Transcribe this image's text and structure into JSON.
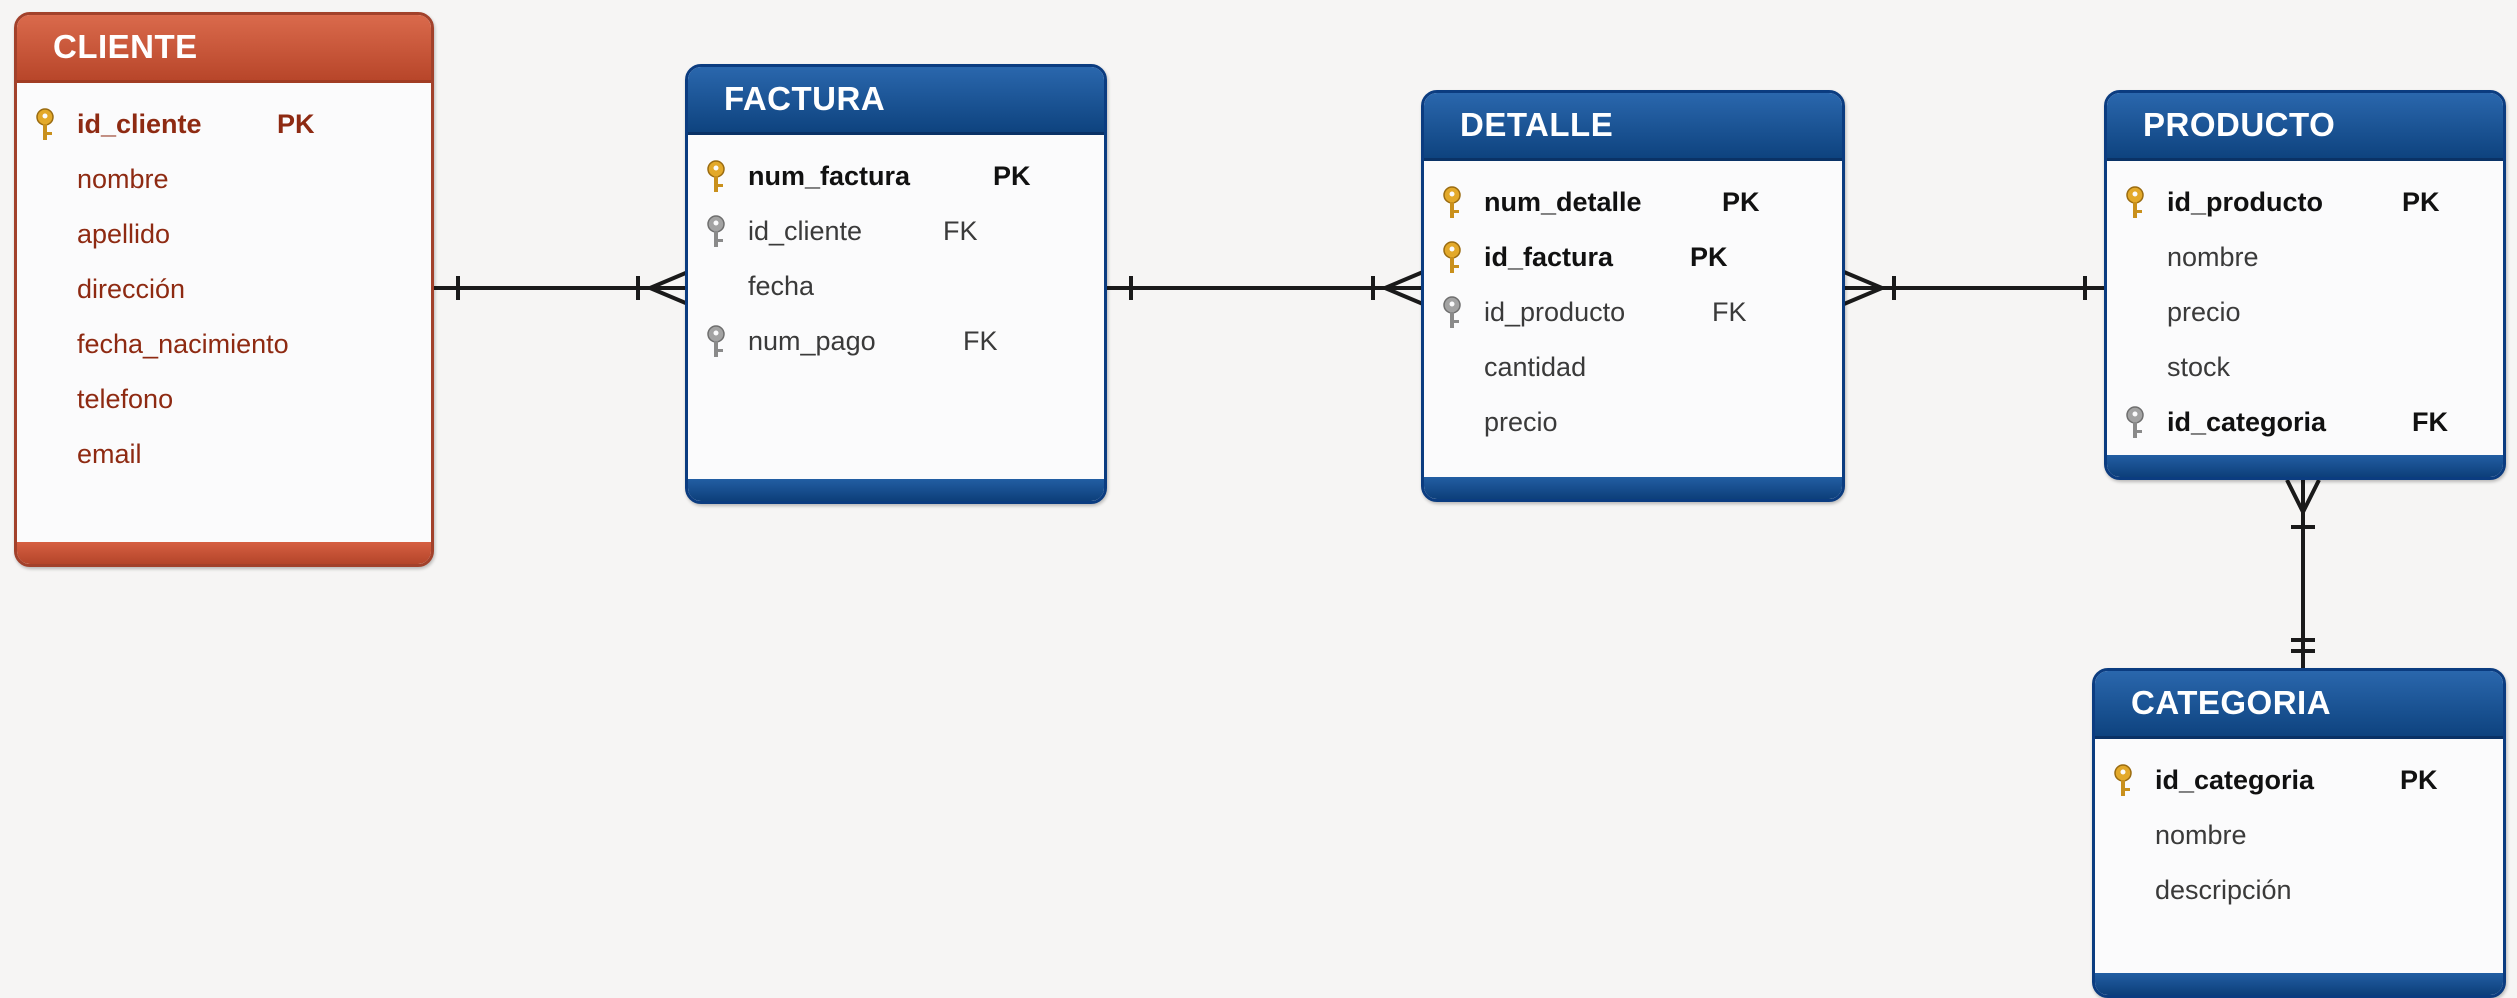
{
  "colors": {
    "header_blue": "#0e437f",
    "header_red": "#b8462a",
    "line": "#1a1a1a",
    "pk_key": "#e3a92a",
    "fk_key": "#9a9a9a"
  },
  "entities": {
    "cliente": {
      "title": "CLIENTE",
      "fields": [
        {
          "name": "id_cliente",
          "tag": "PK",
          "key_icon": "pk-key-icon"
        },
        {
          "name": "nombre",
          "tag": ""
        },
        {
          "name": "apellido",
          "tag": ""
        },
        {
          "name": "dirección",
          "tag": ""
        },
        {
          "name": "fecha_nacimiento",
          "tag": ""
        },
        {
          "name": "telefono",
          "tag": ""
        },
        {
          "name": "email",
          "tag": ""
        }
      ]
    },
    "factura": {
      "title": "FACTURA",
      "fields": [
        {
          "name": "num_factura",
          "tag": "PK",
          "key_icon": "pk-key-icon"
        },
        {
          "name": "id_cliente",
          "tag": "FK",
          "key_icon": "fk-key-icon"
        },
        {
          "name": "fecha",
          "tag": ""
        },
        {
          "name": "num_pago",
          "tag": "FK",
          "key_icon": "fk-key-icon"
        }
      ]
    },
    "detalle": {
      "title": "DETALLE",
      "fields": [
        {
          "name": "num_detalle",
          "tag": "PK",
          "key_icon": "pk-key-icon"
        },
        {
          "name": "id_factura",
          "tag": "PK",
          "key_icon": "pk-key-icon"
        },
        {
          "name": "id_producto",
          "tag": "FK",
          "key_icon": "fk-key-icon"
        },
        {
          "name": "cantidad",
          "tag": ""
        },
        {
          "name": "precio",
          "tag": ""
        }
      ]
    },
    "producto": {
      "title": "PRODUCTO",
      "fields": [
        {
          "name": "id_producto",
          "tag": "PK",
          "key_icon": "pk-key-icon"
        },
        {
          "name": "nombre",
          "tag": ""
        },
        {
          "name": "precio",
          "tag": ""
        },
        {
          "name": "stock",
          "tag": ""
        },
        {
          "name": "id_categoria",
          "tag": "FK",
          "key_icon": "fk-key-icon"
        }
      ]
    },
    "categoria": {
      "title": "CATEGORIA",
      "fields": [
        {
          "name": "id_categoria",
          "tag": "PK",
          "key_icon": "pk-key-icon"
        },
        {
          "name": "nombre",
          "tag": ""
        },
        {
          "name": "descripción",
          "tag": ""
        }
      ]
    }
  },
  "relationships": [
    {
      "from": "CLIENTE",
      "to": "FACTURA",
      "from_end": "one",
      "to_end": "many"
    },
    {
      "from": "FACTURA",
      "to": "DETALLE",
      "from_end": "one",
      "to_end": "many"
    },
    {
      "from": "DETALLE",
      "to": "PRODUCTO",
      "from_end": "many",
      "to_end": "one"
    },
    {
      "from": "PRODUCTO",
      "to": "CATEGORIA",
      "from_end": "many",
      "to_end": "one-mandatory"
    }
  ]
}
